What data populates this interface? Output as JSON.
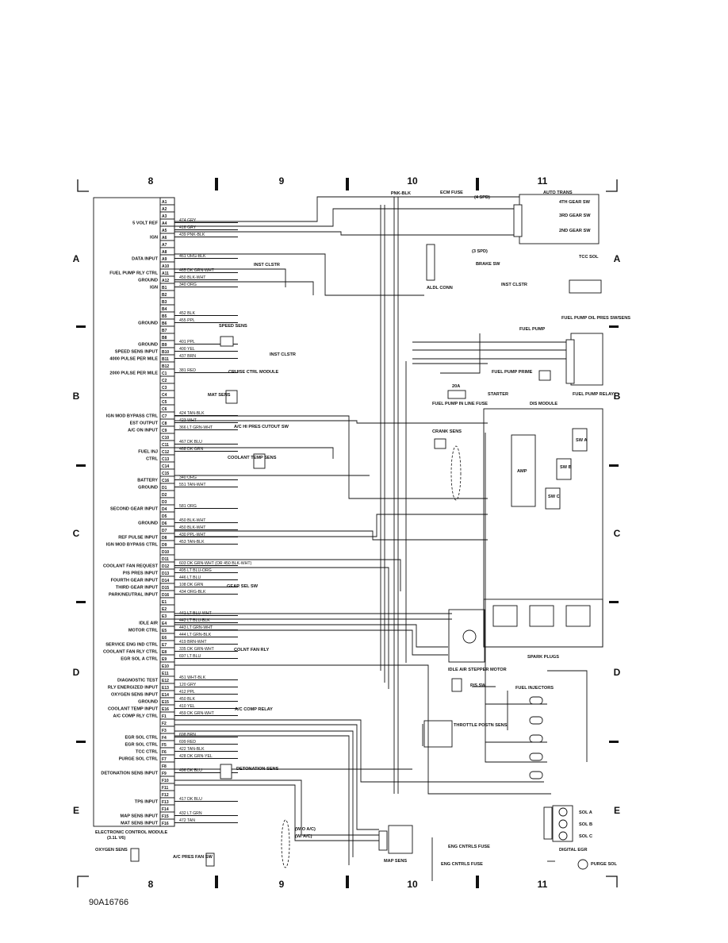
{
  "grid": {
    "columns": [
      "8",
      "9",
      "10",
      "11"
    ],
    "rows": [
      "A",
      "B",
      "C",
      "D",
      "E"
    ]
  },
  "ecm": {
    "title": "ELECTRONIC CONTROL MODULE",
    "subtitle": "(3.1L V6)",
    "pins": [
      "A1",
      "A2",
      "A3",
      "A4",
      "A5",
      "A6",
      "A7",
      "A8",
      "A9",
      "A10",
      "A11",
      "A12",
      "B1",
      "B2",
      "B3",
      "B4",
      "B5",
      "B6",
      "B7",
      "B8",
      "B9",
      "B10",
      "B11",
      "B12",
      "C1",
      "C2",
      "C3",
      "C4",
      "C5",
      "C6",
      "C7",
      "C8",
      "C9",
      "C10",
      "C11",
      "C12",
      "C13",
      "C14",
      "C15",
      "C16",
      "D1",
      "D2",
      "D3",
      "D4",
      "D5",
      "D6",
      "D7",
      "D8",
      "D9",
      "D10",
      "D11",
      "D12",
      "D13",
      "D14",
      "D15",
      "D16",
      "E1",
      "E2",
      "E3",
      "E4",
      "E5",
      "E6",
      "E7",
      "E8",
      "E9",
      "E10",
      "E11",
      "E12",
      "E13",
      "E14",
      "E15",
      "E16",
      "F1",
      "F2",
      "F3",
      "F4",
      "F5",
      "F6",
      "F7",
      "F8",
      "F9",
      "F10",
      "F11",
      "F12",
      "F13",
      "F14",
      "F15",
      "F16"
    ],
    "functions": [
      {
        "pin": "A4",
        "text": "5 VOLT REF"
      },
      {
        "pin": "A6",
        "text": "IGN"
      },
      {
        "pin": "A9",
        "text": "DATA INPUT"
      },
      {
        "pin": "A11",
        "text": "FUEL PUMP RLY CTRL"
      },
      {
        "pin": "A12",
        "text": "GROUND"
      },
      {
        "pin": "B1",
        "text": "IGN"
      },
      {
        "pin": "B6",
        "text": "GROUND"
      },
      {
        "pin": "B9",
        "text": "GROUND"
      },
      {
        "pin": "B10",
        "text": "SPEED SENS INPUT"
      },
      {
        "pin": "B11",
        "text": "4000 PULSE PER MILE"
      },
      {
        "pin": "C1",
        "text": "2000 PULSE PER MILE"
      },
      {
        "pin": "C7",
        "text": "IGN MOD BYPASS CTRL"
      },
      {
        "pin": "C8",
        "text": "EST OUTPUT"
      },
      {
        "pin": "C9",
        "text": "A/C ON INPUT"
      },
      {
        "pin": "C12",
        "text": "FUEL INJ"
      },
      {
        "pin": "C13",
        "text": "CTRL"
      },
      {
        "pin": "C16",
        "text": "BATTERY"
      },
      {
        "pin": "D1",
        "text": "GROUND"
      },
      {
        "pin": "D4",
        "text": "SECOND GEAR INPUT"
      },
      {
        "pin": "D6",
        "text": "GROUND"
      },
      {
        "pin": "D8",
        "text": "REF PULSE INPUT"
      },
      {
        "pin": "D9",
        "text": "IGN MOD BYPASS CTRL"
      },
      {
        "pin": "D12",
        "text": "COOLANT FAN REQUEST"
      },
      {
        "pin": "D13",
        "text": "P/S PRES INPUT"
      },
      {
        "pin": "D14",
        "text": "FOURTH GEAR INPUT"
      },
      {
        "pin": "D15",
        "text": "THIRD GEAR INPUT"
      },
      {
        "pin": "D16",
        "text": "PARK/NEUTRAL INPUT"
      },
      {
        "pin": "E4",
        "text": "IDLE AIR"
      },
      {
        "pin": "E5",
        "text": "MOTOR CTRL"
      },
      {
        "pin": "E7",
        "text": "SERVICE ENG IND CTRL"
      },
      {
        "pin": "E8",
        "text": "COOLANT FAN RLY CTRL"
      },
      {
        "pin": "E9",
        "text": "EGR SOL A CTRL"
      },
      {
        "pin": "E12",
        "text": "DIAGNOSTIC TEST"
      },
      {
        "pin": "E13",
        "text": "RLY ENERGIZED INPUT"
      },
      {
        "pin": "E14",
        "text": "OXYGEN SENS INPUT"
      },
      {
        "pin": "E15",
        "text": "GROUND"
      },
      {
        "pin": "E16",
        "text": "COOLANT TEMP INPUT"
      },
      {
        "pin": "F1",
        "text": "A/C COMP RLY CTRL"
      },
      {
        "pin": "F4",
        "text": "EGR SOL CTRL"
      },
      {
        "pin": "F5",
        "text": "EGR SOL CTRL"
      },
      {
        "pin": "F6",
        "text": "TCC CTRL"
      },
      {
        "pin": "F7",
        "text": "PURGE SOL CTRL"
      },
      {
        "pin": "F9",
        "text": "DETONATION SENS INPUT"
      },
      {
        "pin": "F13",
        "text": "TPS INPUT"
      },
      {
        "pin": "F15",
        "text": "MAP SENS INPUT"
      },
      {
        "pin": "F16",
        "text": "MAT SENS INPUT"
      }
    ],
    "wires": [
      {
        "pin": "A4",
        "text": "474 GRY"
      },
      {
        "pin": "A5",
        "text": "416 GRY"
      },
      {
        "pin": "A6",
        "text": "439 PNK-BLK"
      },
      {
        "pin": "A9",
        "text": "461 ORG-BLK"
      },
      {
        "pin": "A11",
        "text": "465 DK GRN-WHT"
      },
      {
        "pin": "A12",
        "text": "450 BLK-WHT"
      },
      {
        "pin": "B1",
        "text": "340 ORG"
      },
      {
        "pin": "B5",
        "text": "452 BLK"
      },
      {
        "pin": "B6",
        "text": "455 PPL"
      },
      {
        "pin": "B9",
        "text": "401 PPL"
      },
      {
        "pin": "B10",
        "text": "400 YEL"
      },
      {
        "pin": "B11",
        "text": "437 BRN"
      },
      {
        "pin": "C1",
        "text": "381 RED"
      },
      {
        "pin": "C7",
        "text": "424 TAN-BLK"
      },
      {
        "pin": "C8",
        "text": "423 WHT"
      },
      {
        "pin": "C9",
        "text": "366 LT GRN-WHT"
      },
      {
        "pin": "C11",
        "text": "467 DK BLU"
      },
      {
        "pin": "C12",
        "text": "468 DK GRN"
      },
      {
        "pin": "C16",
        "text": "340 ORG"
      },
      {
        "pin": "D1",
        "text": "551 TAN-WHT"
      },
      {
        "pin": "D4",
        "text": "581 ORG"
      },
      {
        "pin": "D6",
        "text": "450 BLK-WHT"
      },
      {
        "pin": "D7",
        "text": "450 BLK-WHT"
      },
      {
        "pin": "D8",
        "text": "430 PPL-WHT"
      },
      {
        "pin": "D9",
        "text": "453 TAN-BLK"
      },
      {
        "pin": "D12",
        "text": "603 DK GRN-WHT (OR 450 BLK-WHT)"
      },
      {
        "pin": "D13",
        "text": "495 LT BLU-ORG"
      },
      {
        "pin": "D14",
        "text": "446 LT BLU"
      },
      {
        "pin": "D15",
        "text": "108 DK GRN"
      },
      {
        "pin": "D16",
        "text": "434 ORG-BLK"
      },
      {
        "pin": "E3",
        "text": "441 LT BLU-WHT"
      },
      {
        "pin": "E4",
        "text": "442 LT BLU-BLK"
      },
      {
        "pin": "E5",
        "text": "443 LT GRN-WHT"
      },
      {
        "pin": "E6",
        "text": "444 LT GRN-BLK"
      },
      {
        "pin": "E7",
        "text": "419 BRN-WHT"
      },
      {
        "pin": "E8",
        "text": "335 DK GRN-WHT"
      },
      {
        "pin": "E9",
        "text": "697 LT BLU"
      },
      {
        "pin": "E12",
        "text": "451 WHT-BLK"
      },
      {
        "pin": "E13",
        "text": "120 GRY"
      },
      {
        "pin": "E14",
        "text": "412 PPL"
      },
      {
        "pin": "E15",
        "text": "450 BLK"
      },
      {
        "pin": "E16",
        "text": "410 YEL"
      },
      {
        "pin": "F1",
        "text": "459 DK GRN-WHT"
      },
      {
        "pin": "F4",
        "text": "698 BRN"
      },
      {
        "pin": "F5",
        "text": "699 RED"
      },
      {
        "pin": "F6",
        "text": "422 TAN-BLK"
      },
      {
        "pin": "F7",
        "text": "428 DK GRN-YEL"
      },
      {
        "pin": "F9",
        "text": "496 DK BLU"
      },
      {
        "pin": "F13",
        "text": "417 DK BLU"
      },
      {
        "pin": "F15",
        "text": "432 LT GRN"
      },
      {
        "pin": "F16",
        "text": "472 TAN"
      }
    ]
  },
  "components": {
    "ecm_fuse": "ECM FUSE",
    "ecm_fuse_wire": "PNK-BLK",
    "four_spd": "(4 SPD)",
    "three_spd": "(3 SPD)",
    "auto_trans": "AUTO TRANS",
    "gear4": "4TH GEAR SW",
    "gear3": "3RD GEAR SW",
    "gear2": "2ND GEAR SW",
    "tcc_sol": "TCC SOL",
    "brake_sw": "BRAKE SW",
    "aldl_conn": "ALDL CONN",
    "inst_clstr": "INST CLSTR",
    "fuel_pump_oil": "FUEL PUMP OIL PRES SW/SENS",
    "fuel_pump": "FUEL PUMP",
    "fuel_pump_relay": "FUEL PUMP RELAY",
    "fuel_pump_prime": "FUEL PUMP PRIME",
    "fuse_20a": "20A",
    "fuel_pump_inline": "FUEL PUMP IN LINE FUSE",
    "starter": "STARTER",
    "speed_sens": "SPEED SENS",
    "cruise_ctrl": "CRUISE CTRL MODULE",
    "mat_sens": "MAT SENS",
    "ac_hi_pres": "A/C HI PRES CUTOUT SW",
    "coolant_temp": "COOLANT TEMP SENS",
    "dis_module": "DIS MODULE",
    "crank_sens": "CRANK SENS",
    "amp": "AMP",
    "sw_a": "SW A",
    "sw_b": "SW B",
    "sw_c": "SW C",
    "spark_plugs": "SPARK PLUGS",
    "gear_sel_sw": "GEAR SEL SW",
    "iac_motor": "IDLE AIR STEPPER MOTOR",
    "colnt_fan_rly": "COLNT FAN RLY",
    "ps_sw": "P/S SW",
    "fuel_injectors": "FUEL INJECTORS",
    "ac_comp_relay": "A/C COMP RELAY",
    "throttle_posn": "THROTTLE POSTN SENS",
    "detonation_sens": "DETONATION SENS",
    "sol_a": "SOL A",
    "sol_b": "SOL B",
    "sol_c": "SOL C",
    "digital_egr": "DIGITAL EGR",
    "eng_cntrls_fuse": "ENG CNTRLS FUSE",
    "purge_sol": "PURGE SOL",
    "map_sens": "MAP SENS",
    "oxygen_sens": "OXYGEN SENS",
    "ac_pres_fan": "A/C PRES FAN SW",
    "wo_ac": "(W/O A/C)",
    "w_ac": "(W/ A/C)",
    "figure_id": "90A16766"
  },
  "colors": {
    "ink": "#111111",
    "paper": "#ffffff"
  }
}
